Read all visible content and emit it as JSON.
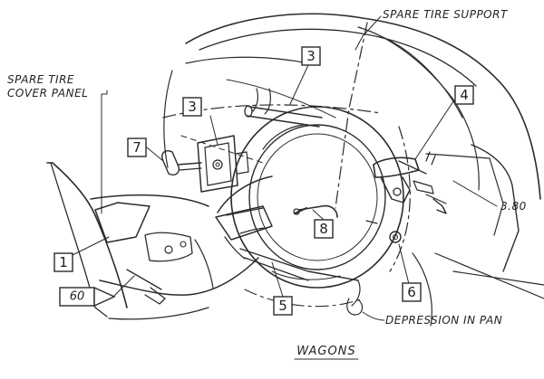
{
  "labels": {
    "spare_tire_support": "SPARE TIRE SUPPORT",
    "cover_panel_line1": "SPARE TIRE",
    "cover_panel_line2": "COVER PANEL",
    "depression_in_pan": "DEPRESSION IN PAN",
    "dimension": "3.80",
    "caption": "WAGONS"
  },
  "callouts": {
    "c1": "1",
    "c3_top": "3",
    "c3_mid": "3",
    "c4": "4",
    "c5": "5",
    "c6": "6",
    "c7": "7",
    "c8": "8",
    "c60": "60"
  }
}
